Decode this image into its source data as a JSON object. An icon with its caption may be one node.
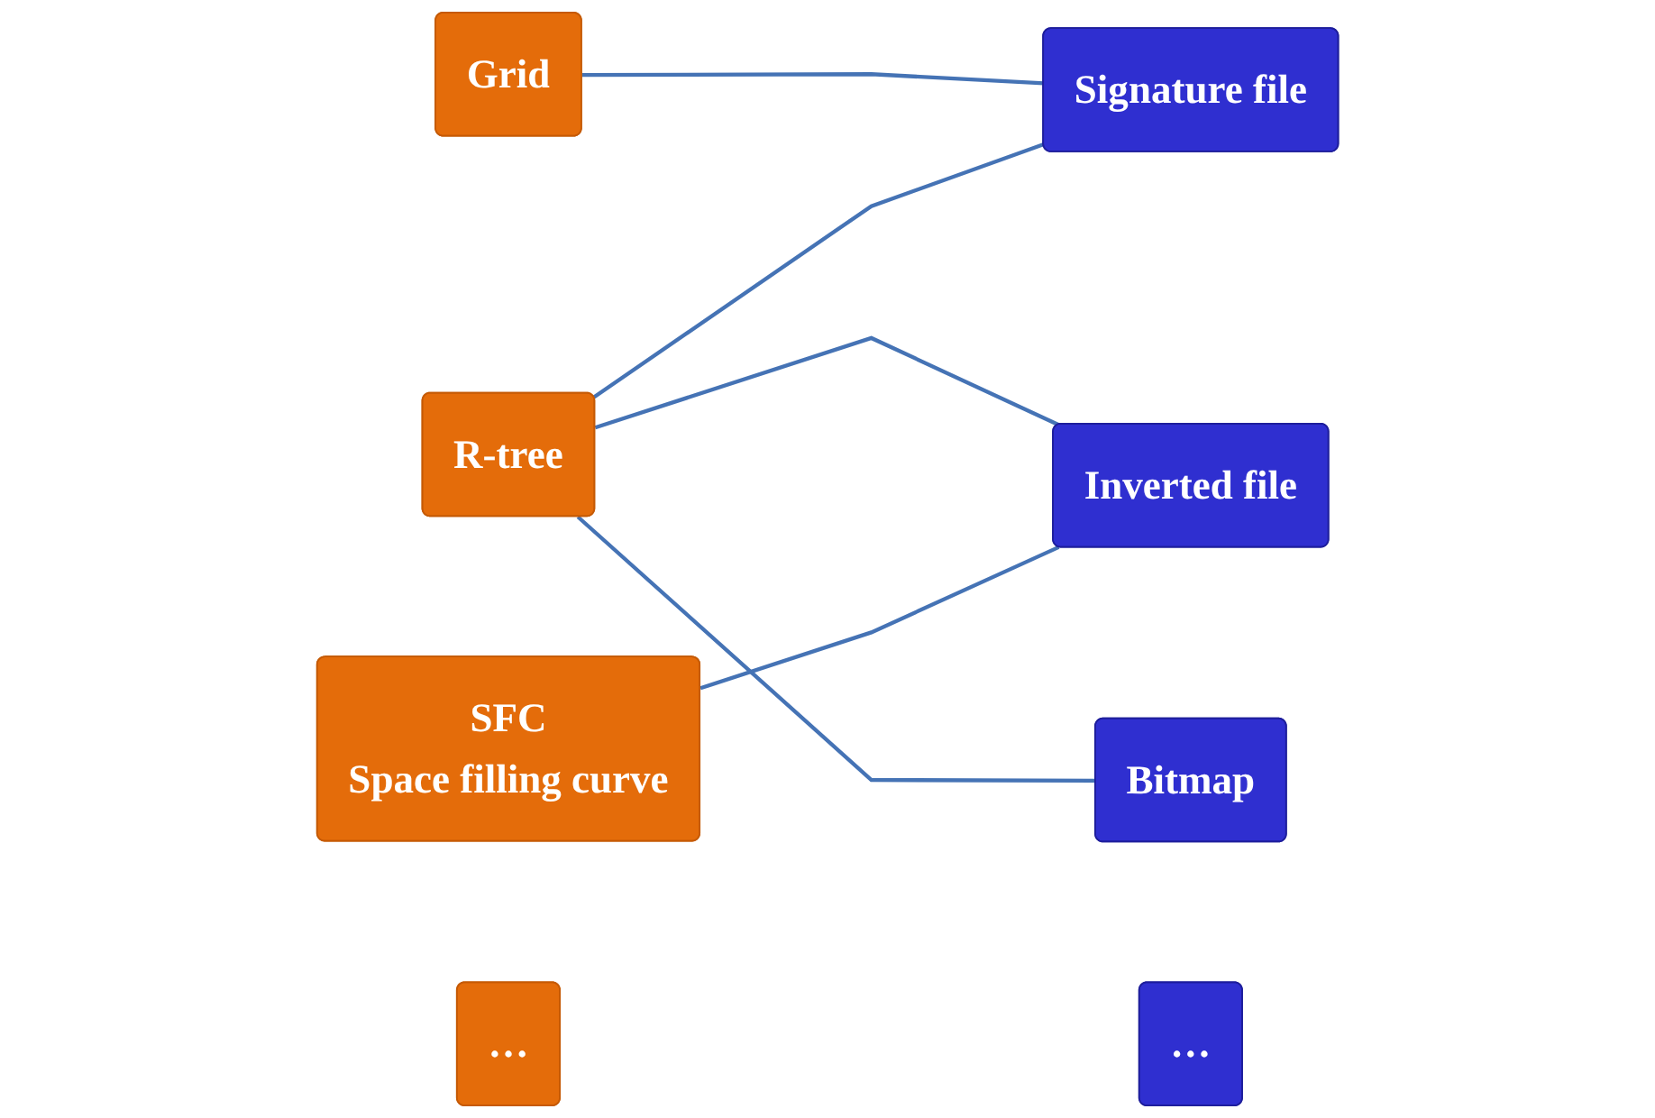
{
  "diagram": {
    "nodes": [
      {
        "text": [
          "Grid"
        ]
      },
      {
        "text": [
          "R-tree"
        ]
      },
      {
        "text": [
          "SFC",
          "Space filling curve"
        ]
      },
      {
        "text": [
          "…"
        ]
      },
      {
        "text": [
          "Inverted file"
        ]
      },
      {
        "text": [
          "Signature file"
        ]
      },
      {
        "text": [
          "Bitmap"
        ]
      },
      {
        "text": [
          "…"
        ]
      }
    ],
    "edges": [
      {
        "from": 0,
        "to": 5,
        "arrow": "none"
      },
      {
        "from": 1,
        "to": 4,
        "arrow": "none"
      },
      {
        "from": 1,
        "to": 5,
        "arrow": "none"
      },
      {
        "from": 1,
        "to": 6,
        "arrow": "none"
      },
      {
        "from": 2,
        "to": 4,
        "arrow": "none"
      }
    ]
  }
}
